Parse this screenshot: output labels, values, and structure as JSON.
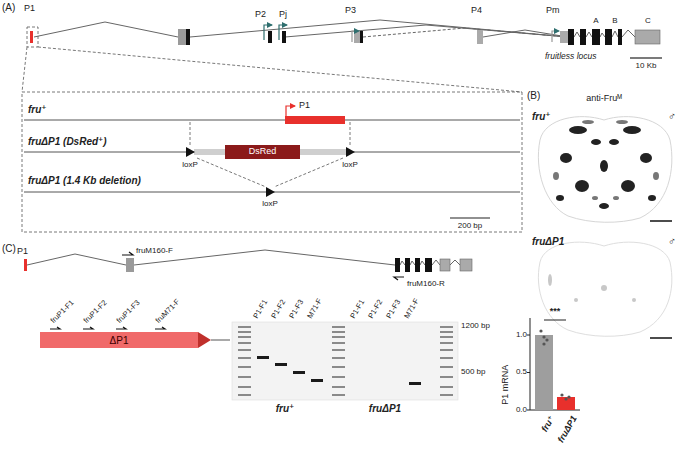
{
  "diagram": {
    "nodes": [
      {
        "text": [
          "DsRed"
        ]
      },
      {
        "text": [
          "ΔP1"
        ]
      }
    ],
    "labels": [
      "(A)",
      "P1",
      "P2",
      "Pj",
      "P3",
      "P4",
      "Pm",
      "A",
      "B",
      "C",
      "fruitless locus",
      "10 Kb",
      "fru⁺",
      "fruΔP1 (DsRed⁺)",
      "fruΔP1 (1.4 Kb deletion)",
      "P1",
      "loxP",
      "loxP",
      "loxP",
      "200 bp",
      "(B)",
      "anti-Fruᴹ",
      "fru⁺",
      "♂",
      "fruΔP1",
      "♂",
      "(C)",
      "P1",
      "fruM160-F",
      "fruM160-R",
      "fruP1-F1",
      "fruP1-F2",
      "fruP1-F3",
      "fruM71-F",
      "P1-F1",
      "P1-F2",
      "P1-F3",
      "M71-F",
      "P1-F1",
      "P1-F2",
      "P1-F3",
      "M71-F",
      "1200 bp",
      "500 bp",
      "fru⁺",
      "fruΔP1",
      "P1 mRNA",
      "1.0",
      "0.5",
      "0.0",
      "***",
      "fru⁺",
      "fruΔP1"
    ]
  }
}
